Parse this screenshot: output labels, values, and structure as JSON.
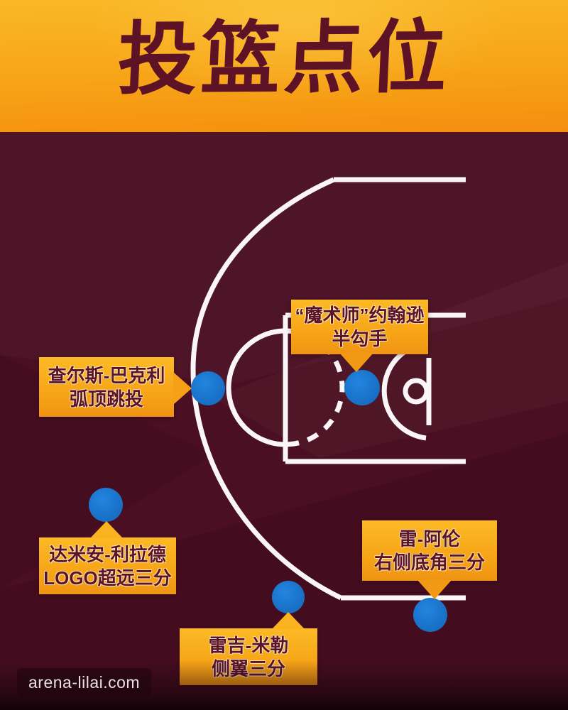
{
  "header": {
    "title": "投篮点位"
  },
  "diagram": {
    "type": "basketball-halfcourt-shot-chart",
    "spots": [
      {
        "player": "“魔术师”约翰逊",
        "shot": "半勾手"
      },
      {
        "player": "查尔斯-巴克利",
        "shot": "弧顶跳投"
      },
      {
        "player": "达米安-利拉德",
        "shot": "LOGO超远三分"
      },
      {
        "player": "雷-阿伦",
        "shot": "右侧底角三分"
      },
      {
        "player": "雷吉-米勒",
        "shot": "侧翼三分"
      }
    ]
  },
  "watermark": {
    "text": "arena-lilai.com"
  },
  "colors": {
    "background_maroon": "#4a0f22",
    "header_orange": "#f7a417",
    "title_maroon": "#5e1226",
    "court_line": "#faf6f7",
    "spot_blue": "#1b76cd",
    "callout_orange": "#f6a416",
    "callout_text": "#5c1326"
  }
}
